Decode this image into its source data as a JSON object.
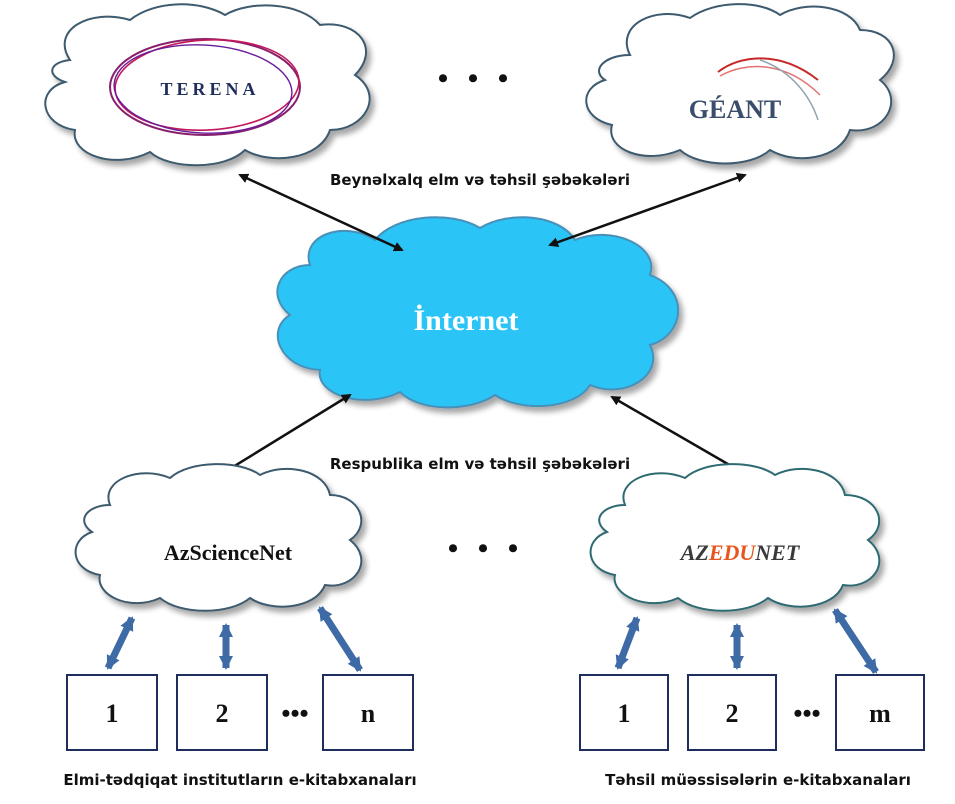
{
  "international": {
    "caption": "Beynəlxalq  elm və təhsil şəbəkələri",
    "ellipsis": "• • •",
    "clouds": [
      {
        "logo": "TERENA"
      },
      {
        "logo": "GÉANT"
      }
    ]
  },
  "internet": {
    "label": "İnternet"
  },
  "national": {
    "caption": "Respublika  elm və təhsil şəbəkələri",
    "ellipsis": "• • •",
    "clouds": [
      {
        "label": "AzScienceNet",
        "group_caption": "Elmi-tədqiqat  institutların  e-kitabxanaları",
        "boxes": [
          "1",
          "2",
          "n"
        ],
        "dots": "•••"
      },
      {
        "logo": [
          "AZ",
          "EDU",
          "NET"
        ],
        "group_caption": "Təhsil  müəssisələrin  e-kitabxanaları",
        "boxes": [
          "1",
          "2",
          "m"
        ],
        "dots": "•••"
      }
    ]
  },
  "colors": {
    "internet_cloud": "#29c4f6",
    "cloud_outline": "#3d5a6e",
    "link_arrow": "#111111",
    "library_arrow": "#3e6aa6",
    "terena_text": "#1f2d5c",
    "geant_text": "#3a4d6a",
    "azedunet_accent": "#e8561f"
  }
}
